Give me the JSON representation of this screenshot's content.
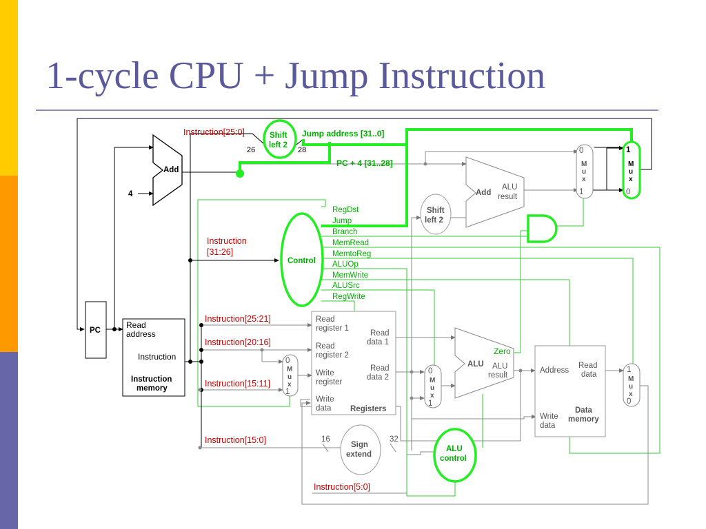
{
  "title": "1-cycle CPU + Jump Instruction",
  "labels": {
    "add_top": "Add",
    "four": "4",
    "pc": "PC",
    "read_address_1": "Read",
    "read_address_2": "address",
    "instruction": "Instruction",
    "instr_mem_1": "Instruction",
    "instr_mem_2": "memory",
    "shift_left_top_1": "Shift",
    "shift_left_top_2": "left 2",
    "instr_25_0": "Instruction[25:0]",
    "n26": "26",
    "n28": "28",
    "jump_address": "Jump address [31..0]",
    "pc4": "PC + 4 [31..28]",
    "instr_31_26_1": "Instruction",
    "instr_31_26_2": "[31:26]",
    "control": "Control",
    "regdst": "RegDst",
    "jump": "Jump",
    "branch": "Branch",
    "memread": "MemRead",
    "memtoreg": "MemtoReg",
    "aluop": "ALUOp",
    "memwrite": "MemWrite",
    "alusrc": "ALUSrc",
    "regwrite": "RegWrite",
    "instr_25_21": "Instruction[25:21]",
    "instr_20_16": "Instruction[20:16]",
    "instr_15_11": "Instruction[15:11]",
    "instr_15_0": "Instruction[15:0]",
    "instr_5_0": "Instruction[5:0]",
    "read_reg1_1": "Read",
    "read_reg1_2": "register 1",
    "read_reg2_1": "Read",
    "read_reg2_2": "register 2",
    "write_reg_1": "Write",
    "write_reg_2": "register",
    "write_data_1": "Write",
    "write_data_2": "data",
    "read_data1_1": "Read",
    "read_data1_2": "data 1",
    "read_data2_1": "Read",
    "read_data2_2": "data 2",
    "registers": "Registers",
    "mux_m": "M",
    "mux_u": "u",
    "mux_x": "x",
    "zero": "0",
    "one": "1",
    "shift_left_mid_1": "Shift",
    "shift_left_mid_2": "left 2",
    "add_mid": "Add",
    "alu_result_1": "ALU",
    "alu_result_2": "result",
    "alu": "ALU",
    "zero_flag": "Zero",
    "n16": "16",
    "n32": "32",
    "sign_extend_1": "Sign",
    "sign_extend_2": "extend",
    "alu_control_1": "ALU",
    "alu_control_2": "control",
    "address": "Address",
    "read_data_1": "Read",
    "read_data_2": "data",
    "write_data_mem_1": "Write",
    "write_data_mem_2": "data",
    "data_memory_1": "Data",
    "data_memory_2": "memory"
  }
}
